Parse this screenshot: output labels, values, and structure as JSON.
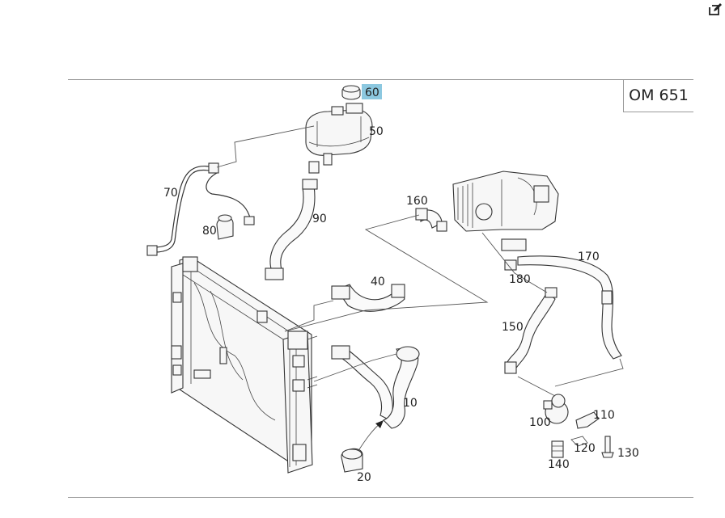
{
  "engine_code": "OM 651",
  "toolbar": {
    "edit_icon": "edit-icon"
  },
  "parts": [
    {
      "id": "p10",
      "label": "10"
    },
    {
      "id": "p20",
      "label": "20"
    },
    {
      "id": "p40",
      "label": "40"
    },
    {
      "id": "p50",
      "label": "50"
    },
    {
      "id": "p60",
      "label": "60",
      "highlighted": true
    },
    {
      "id": "p70",
      "label": "70"
    },
    {
      "id": "p80",
      "label": "80"
    },
    {
      "id": "p90",
      "label": "90"
    },
    {
      "id": "p100",
      "label": "100"
    },
    {
      "id": "p110",
      "label": "110"
    },
    {
      "id": "p120",
      "label": "120"
    },
    {
      "id": "p130",
      "label": "130"
    },
    {
      "id": "p140",
      "label": "140"
    },
    {
      "id": "p150",
      "label": "150"
    },
    {
      "id": "p160",
      "label": "160"
    },
    {
      "id": "p170",
      "label": "170"
    },
    {
      "id": "p180",
      "label": "180"
    }
  ],
  "colors": {
    "highlight": "#8cc8e0",
    "line": "#333333",
    "rule": "#9a9a9a"
  }
}
